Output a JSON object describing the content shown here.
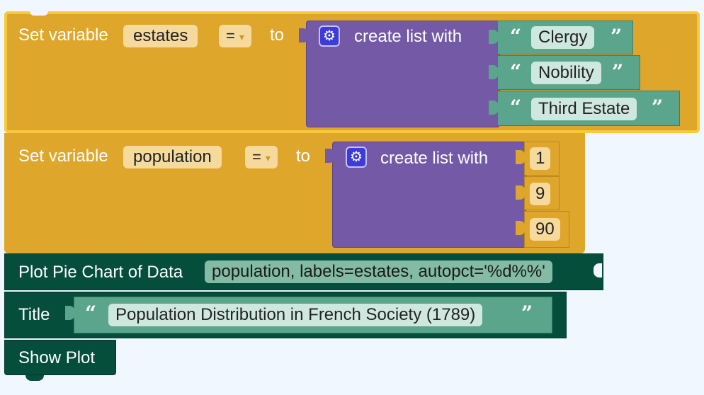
{
  "blocks": {
    "set_estates": {
      "label": "Set variable",
      "var_name": "estates",
      "op": "=",
      "op_arrow": "▾",
      "to": "to",
      "list_label": "create list with",
      "items": [
        "Clergy",
        "Nobility",
        "Third Estate"
      ]
    },
    "set_population": {
      "label": "Set variable",
      "var_name": "population",
      "op": "=",
      "op_arrow": "▾",
      "to": "to",
      "list_label": "create list with",
      "items": [
        "1",
        "9",
        "90"
      ]
    },
    "plot": {
      "label": "Plot Pie Chart of Data",
      "args": "population, labels=estates, autopct='%d%%'"
    },
    "title": {
      "label": "Title",
      "text": "Population Distribution in French Society (1789)"
    },
    "show": {
      "label": "Show Plot"
    }
  },
  "glyphs": {
    "open_quote": "“",
    "close_quote": "”",
    "gear": "⚙"
  },
  "colors": {
    "variable_block": "#dea62b",
    "list_block": "#7459a6",
    "text_block": "#5ba58c",
    "plot_block": "#054e3c",
    "selection_outline": "#f8c93a",
    "background": "#f0f7ff"
  }
}
